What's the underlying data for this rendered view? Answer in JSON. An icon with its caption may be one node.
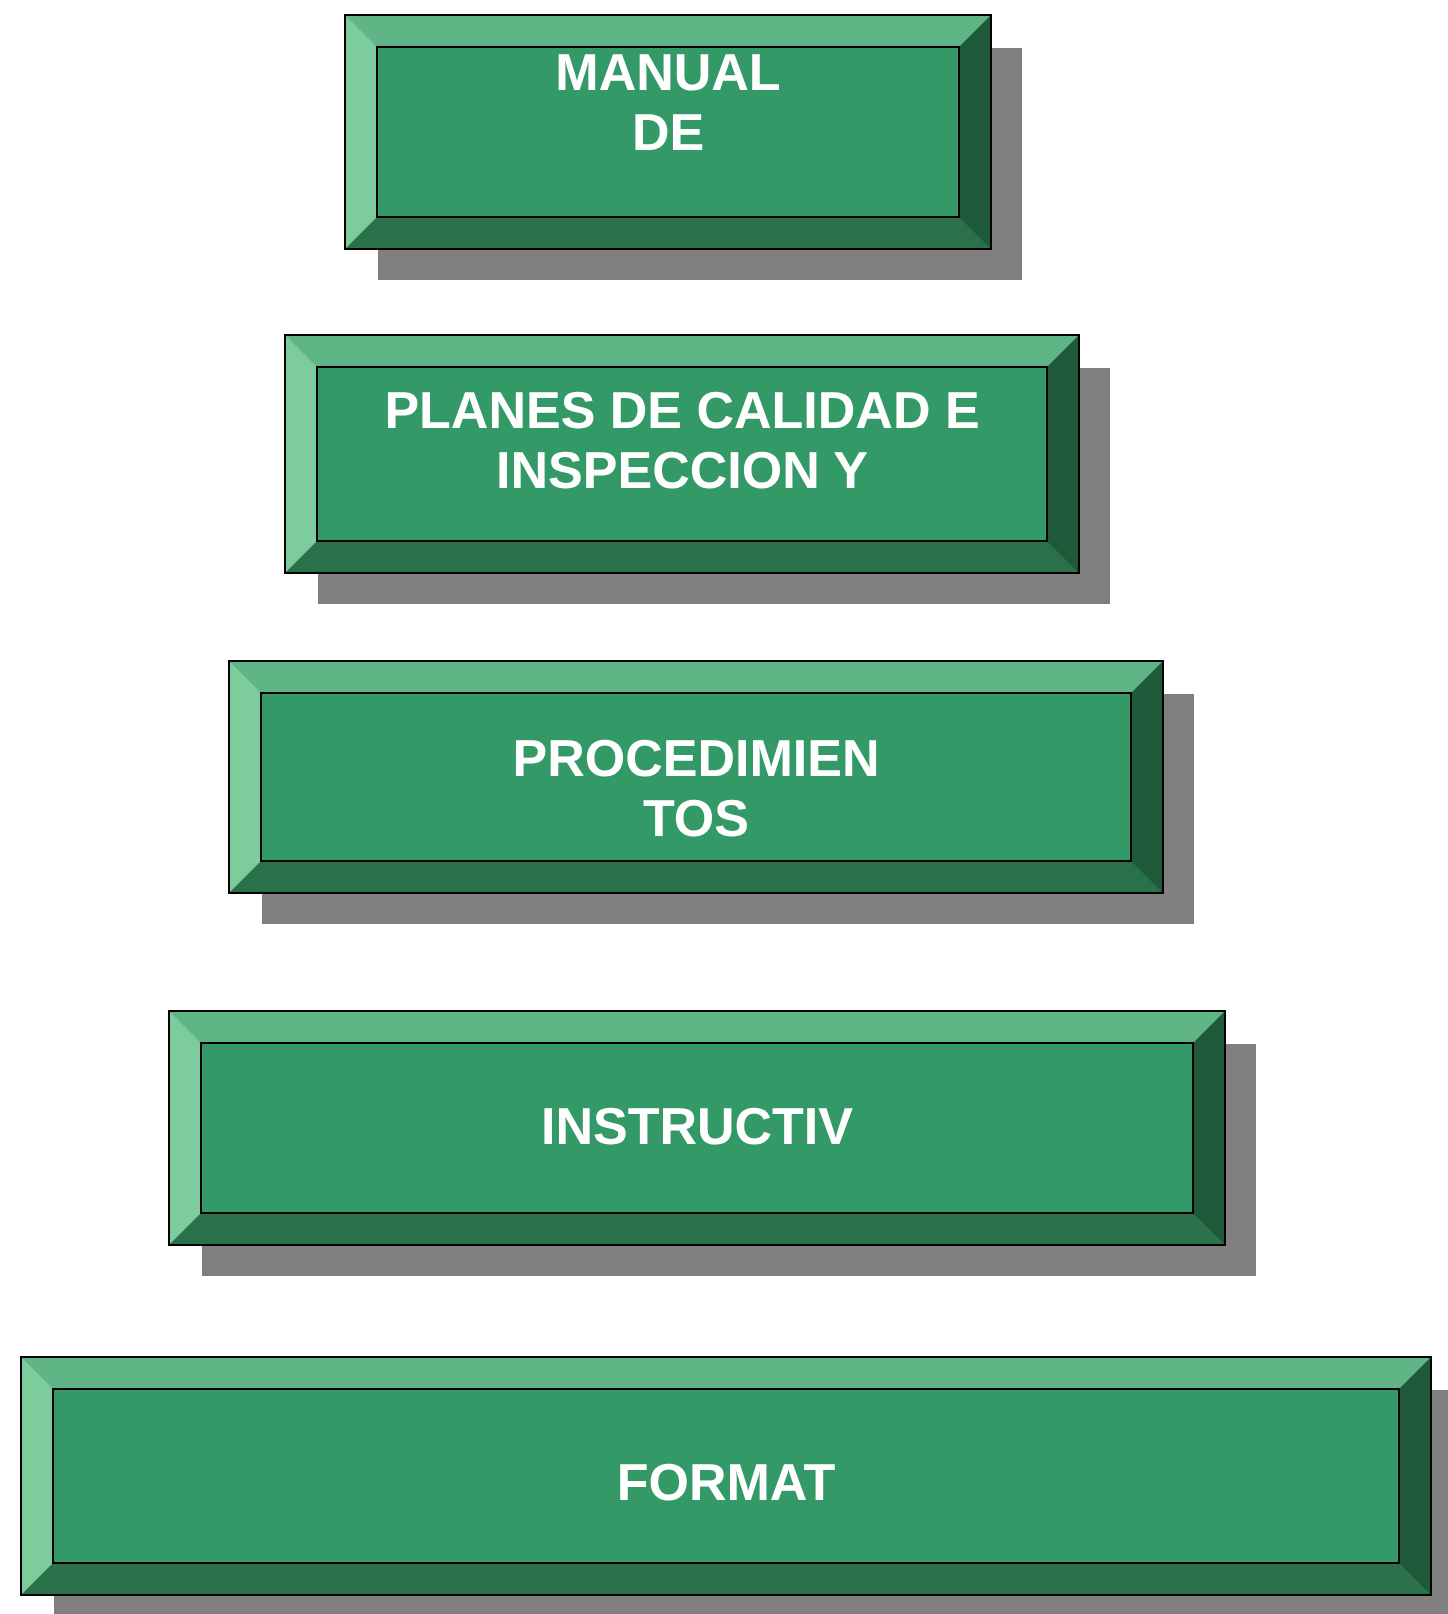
{
  "diagram": {
    "nodes": [
      {
        "text": [
          "MANUAL DE"
        ]
      },
      {
        "text": [
          "PLANES DE CALIDAD E INSPECCION Y"
        ]
      },
      {
        "text": [
          "PROCEDIMIEN TOS"
        ]
      },
      {
        "text": [
          "INSTRUCTIV"
        ]
      },
      {
        "text": [
          "FORMAT"
        ]
      }
    ]
  }
}
